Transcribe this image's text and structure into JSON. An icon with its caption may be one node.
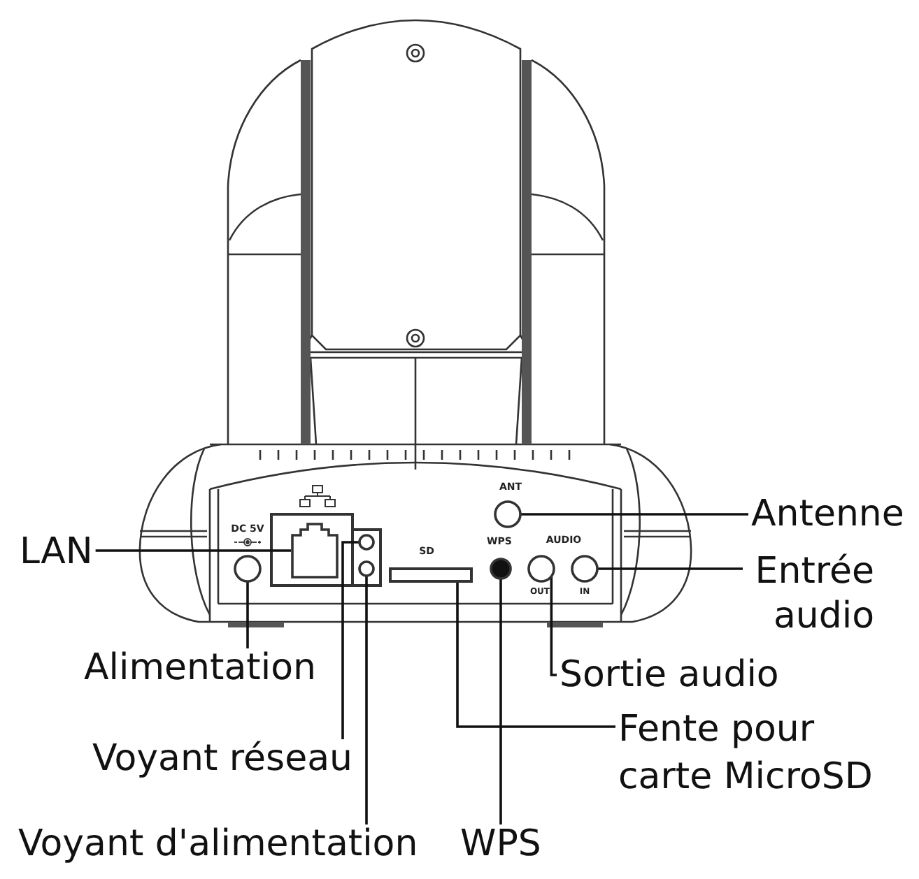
{
  "diagram": {
    "nodes": [
      {
        "text": [
          "LAN"
        ]
      },
      {
        "text": [
          "Antenne"
        ]
      },
      {
        "text": [
          "Entrée audio"
        ]
      },
      {
        "text": [
          "Alimentation"
        ]
      },
      {
        "text": [
          "Sortie audio"
        ]
      },
      {
        "text": [
          "Fente pour carte MicroSD"
        ]
      },
      {
        "text": [
          "Voyant réseau"
        ]
      },
      {
        "text": [
          "Voyant d'alimentation"
        ]
      },
      {
        "text": [
          "WPS"
        ]
      },
      {
        "text": [],
        "shape": "circle",
        "beside": [
          "DC 5V"
        ]
      },
      {
        "text": [],
        "shape": "box"
      },
      {
        "text": [],
        "shape": "circle"
      },
      {
        "text": [],
        "shape": "circle"
      },
      {
        "text": [],
        "shape": "bar",
        "beside": [
          "SD"
        ]
      },
      {
        "text": [],
        "shape": "circle",
        "beside": [
          "WPS"
        ]
      },
      {
        "text": [],
        "shape": "circle",
        "beside": [
          "ANT"
        ]
      },
      {
        "text": [],
        "shape": "circle",
        "beside": [
          "OUT"
        ]
      },
      {
        "text": [],
        "shape": "circle",
        "beside": [
          "IN"
        ]
      }
    ],
    "edges": [
      {
        "from": 0,
        "to": 10,
        "arrow": "none"
      },
      {
        "from": 1,
        "to": 15,
        "arrow": "none"
      },
      {
        "from": 2,
        "to": 17,
        "arrow": "none"
      },
      {
        "from": 3,
        "to": 9,
        "arrow": "none"
      },
      {
        "from": 4,
        "to": 16,
        "arrow": "none"
      },
      {
        "from": 5,
        "to": 13,
        "arrow": "none"
      },
      {
        "from": 6,
        "to": 11,
        "arrow": "none"
      },
      {
        "from": 7,
        "to": 12,
        "arrow": "none"
      },
      {
        "from": 8,
        "to": 14,
        "arrow": "none"
      }
    ],
    "labels": [
      "AUDIO"
    ]
  }
}
